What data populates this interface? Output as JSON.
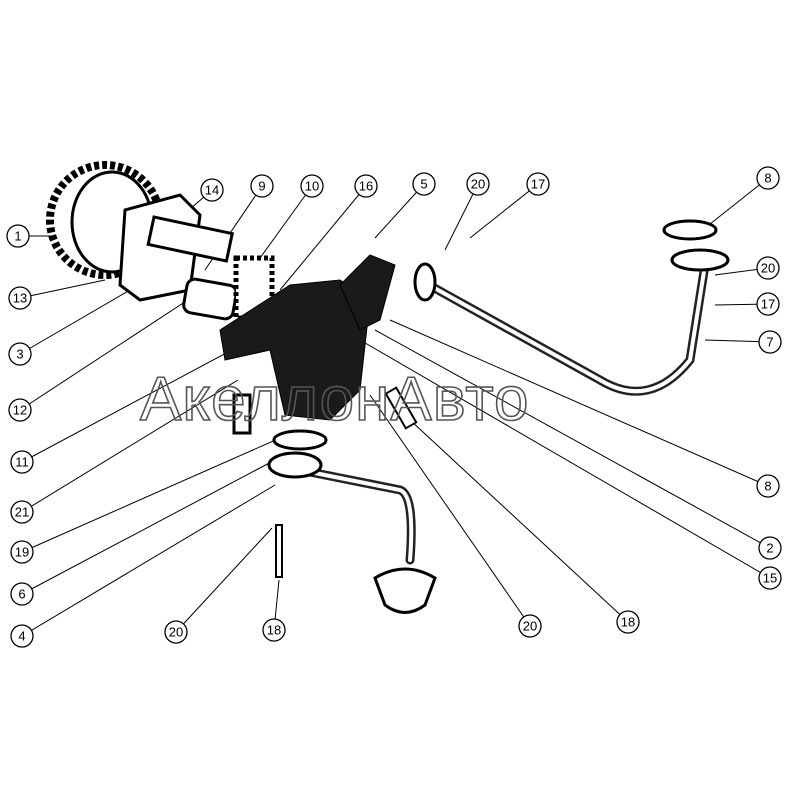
{
  "diagram": {
    "watermark": "АкеллонАвто",
    "callouts": [
      "1",
      "14",
      "9",
      "10",
      "16",
      "5",
      "20",
      "17",
      "8",
      "20",
      "17",
      "7",
      "13",
      "3",
      "12",
      "11",
      "21",
      "19",
      "6",
      "4",
      "8",
      "2",
      "15",
      "20",
      "18",
      "20",
      "18"
    ]
  }
}
